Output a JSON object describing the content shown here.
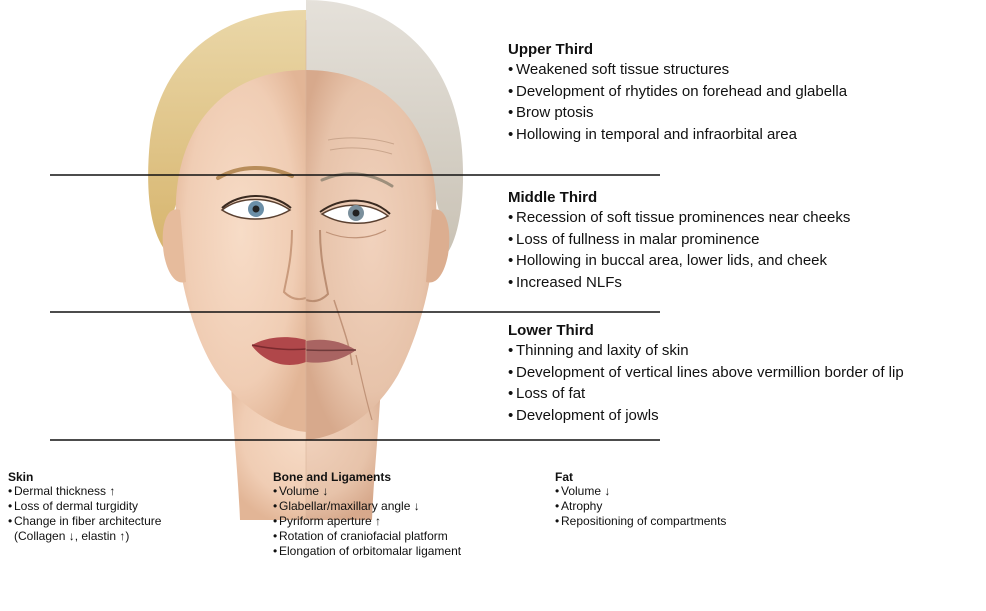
{
  "zones": [
    {
      "title": "Upper Third",
      "items": [
        "Weakened soft tissue structures",
        "Development of rhytides on forehead and glabella",
        "Brow ptosis",
        "Hollowing in temporal and infraorbital area"
      ]
    },
    {
      "title": "Middle Third",
      "items": [
        "Recession of soft tissue prominences near cheeks",
        "Loss of fullness in malar prominence",
        "Hollowing in buccal area, lower lids, and cheek",
        "Increased NLFs"
      ]
    },
    {
      "title": "Lower Third",
      "items": [
        "Thinning and laxity of skin",
        "Development of vertical lines above vermillion border of lip",
        "Loss of fat",
        "Development of jowls"
      ]
    }
  ],
  "factors": [
    {
      "title": "Skin",
      "items": [
        "Dermal thickness ↑",
        "Loss of dermal turgidity",
        "Change in fiber architecture",
        "(Collagen ↓, elastin ↑)"
      ]
    },
    {
      "title": "Bone and Ligaments",
      "items": [
        "Volume ↓",
        "Glabellar/maxillary angle ↓",
        "Pyriform aperture ↑",
        "Rotation of craniofacial platform",
        "Elongation of orbitomalar ligament"
      ]
    },
    {
      "title": "Fat",
      "items": [
        "Volume ↓",
        "Atrophy",
        "Repositioning of compartments"
      ]
    }
  ],
  "colors": {
    "skin_young": "#f2d3bd",
    "skin_old": "#e9c6ae",
    "hair_young": "#e6c98a",
    "hair_old": "#d9d3c7",
    "lip_young": "#b0474a",
    "lip_old": "#a96462",
    "line": "#111111"
  }
}
